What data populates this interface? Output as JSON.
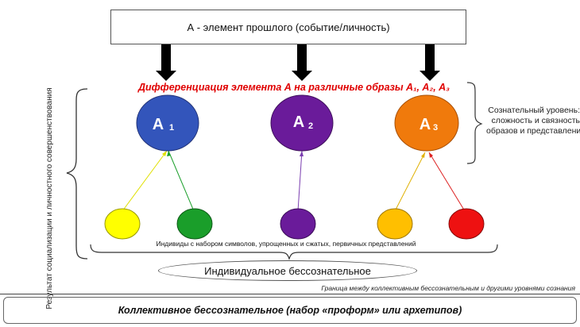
{
  "top_box": {
    "label": "А - элемент прошлого (событие/личность)"
  },
  "differentiation": {
    "label": "Дифференциация элемента А на различные образы А₁, А₂, А₃",
    "color": "#e00000"
  },
  "nodes": [
    {
      "letter": "А",
      "sub": "1",
      "color": "#3355bb"
    },
    {
      "letter": "А",
      "sub": "2",
      "color": "#6a1b9a"
    },
    {
      "letter": "А",
      "sub": "3",
      "color": "#f07a0c"
    }
  ],
  "small_circles": [
    {
      "color": "#ffff00",
      "line_color": "#e0e000"
    },
    {
      "color": "#1a9e2a",
      "line_color": "#1a9e2a"
    },
    {
      "color": "#6a1b9a",
      "line_color": "#7b3fb0"
    },
    {
      "color": "#ffbf00",
      "line_color": "#e0b000"
    },
    {
      "color": "#ee1111",
      "line_color": "#dd2222"
    }
  ],
  "conscious_level": {
    "line1": "Сознательный уровень:",
    "line2": "сложность и связность",
    "line3": "образов и представлений"
  },
  "vertical_label": "Результат социализации и личностного совершенствования",
  "individuals_label": "Индивиды с набором символов, упрощенных и сжатых, первичных представлений",
  "individual_unconscious": "Индивидуальное бессознательное",
  "boundary_label": "Граница между коллективным бессознательным и другими уровнями сознания",
  "collective_unconscious": "Коллективное бессознательное (набор «проформ» или архетипов)"
}
